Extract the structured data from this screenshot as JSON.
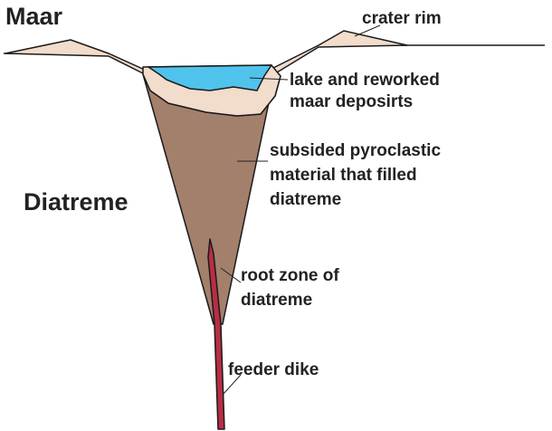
{
  "titles": {
    "maar": "Maar",
    "diatreme": "Diatreme"
  },
  "labels": {
    "crater_rim": "crater rim",
    "lake_line1": "lake and reworked",
    "lake_line2": "maar deposirts",
    "pyro_line1": "subsided pyroclastic",
    "pyro_line2": "material that filled",
    "pyro_line3": "diatreme",
    "root_line1": "root zone of",
    "root_line2": "diatreme",
    "feeder": "feeder dike"
  },
  "colors": {
    "rim": "#f2dccc",
    "lake": "#4fc3ec",
    "diatreme_fill": "#a3806c",
    "dike": "#b82d45",
    "outline": "#1a1a1a"
  }
}
